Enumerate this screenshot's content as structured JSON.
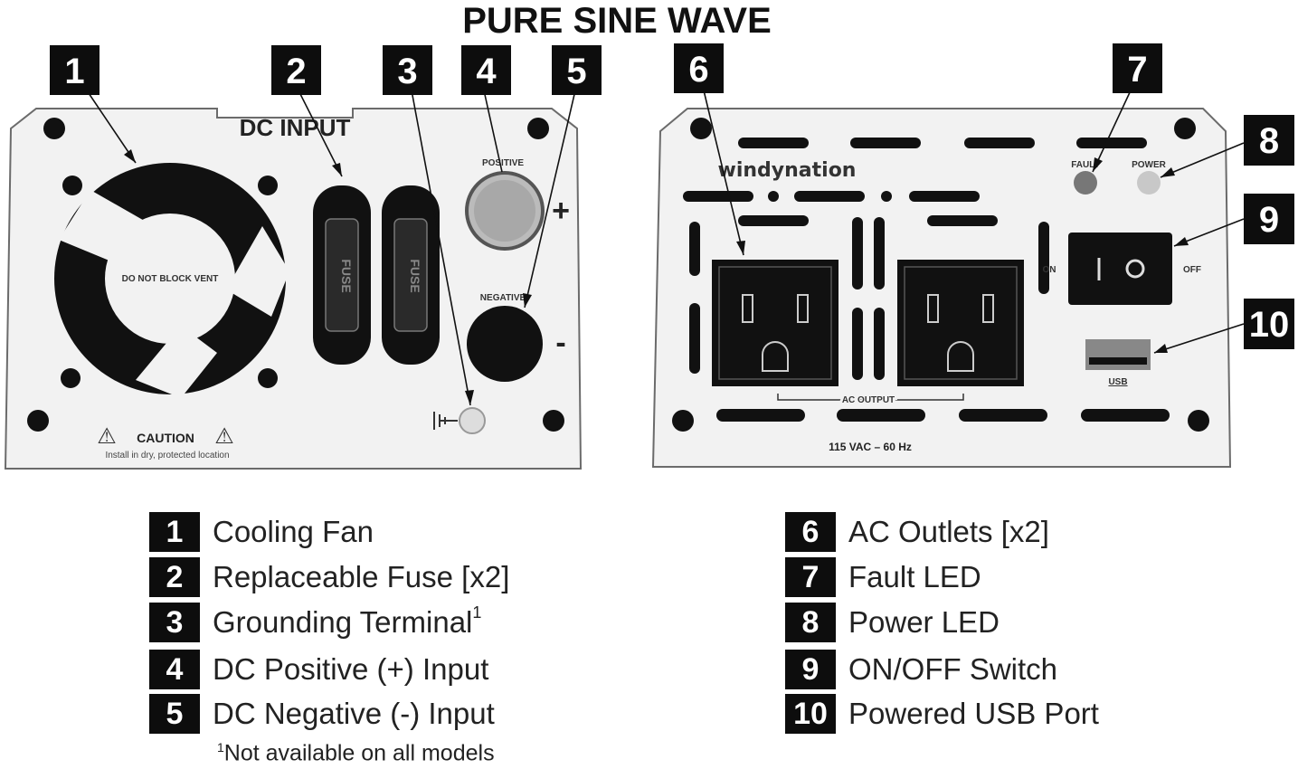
{
  "title": "PURE SINE WAVE",
  "left_panel": {
    "heading": "DC INPUT",
    "fan_label": "DO NOT BLOCK VENT",
    "fuse_label": "FUSE",
    "positive_label": "POSITIVE",
    "negative_label": "NEGATIVE",
    "plus_sign": "+",
    "minus_sign": "-",
    "caution_label": "CAUTION",
    "caution_note": "Install in dry, protected location",
    "warning_glyph": "⚠"
  },
  "right_panel": {
    "brand": "windynation",
    "fault_label": "FAULT",
    "power_label": "POWER",
    "on_label": "ON",
    "off_label": "OFF",
    "ac_output_label": "AC OUTPUT",
    "voltage_label": "115 VAC – 60 Hz",
    "usb_label": "USB"
  },
  "callouts": [
    "1",
    "2",
    "3",
    "4",
    "5",
    "6",
    "7",
    "8",
    "9",
    "10"
  ],
  "legend": [
    {
      "num": "1",
      "text": "Cooling Fan",
      "sup": ""
    },
    {
      "num": "2",
      "text": "Replaceable Fuse [x2]",
      "sup": ""
    },
    {
      "num": "3",
      "text": "Grounding Terminal",
      "sup": "1"
    },
    {
      "num": "4",
      "text": "DC Positive (+) Input",
      "sup": ""
    },
    {
      "num": "5",
      "text": "DC Negative (-) Input",
      "sup": ""
    },
    {
      "num": "6",
      "text": "AC Outlets [x2]",
      "sup": ""
    },
    {
      "num": "7",
      "text": "Fault LED",
      "sup": ""
    },
    {
      "num": "8",
      "text": "Power LED",
      "sup": ""
    },
    {
      "num": "9",
      "text": "ON/OFF Switch",
      "sup": ""
    },
    {
      "num": "10",
      "text": "Powered USB Port",
      "sup": ""
    }
  ],
  "footnote": {
    "sup": "1",
    "text": "Not available on all models"
  },
  "colors": {
    "callout_bg": "#0d0d0d",
    "panel_fill": "#f2f2f2",
    "led_fault": "#777777",
    "led_power": "#c8c8c8"
  }
}
